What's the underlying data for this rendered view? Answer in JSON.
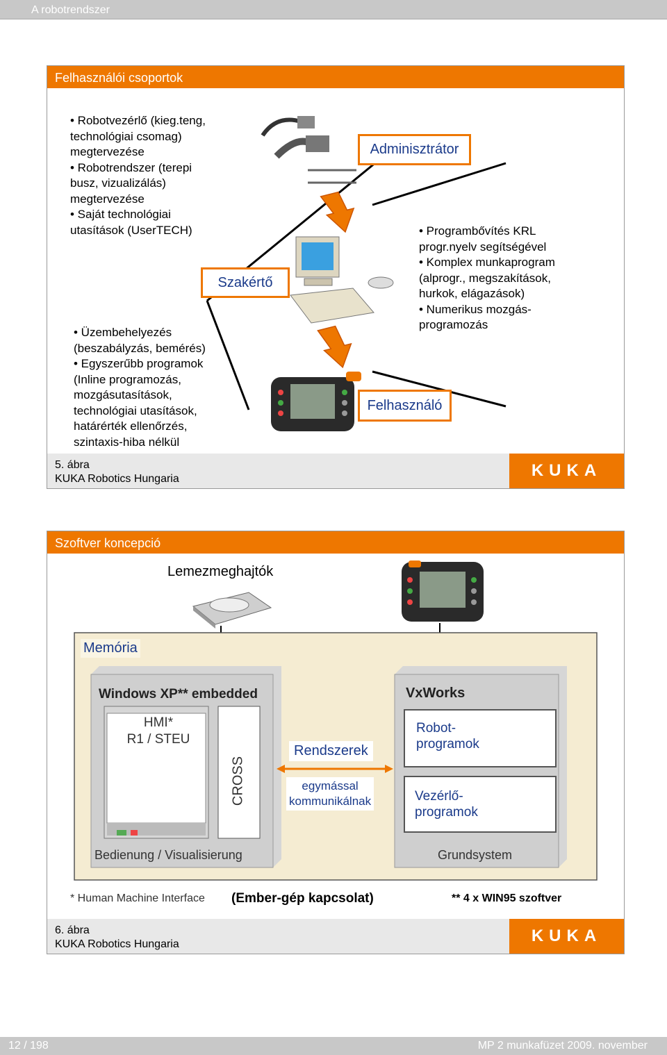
{
  "header": {
    "title": "A robotrendszer"
  },
  "slide1": {
    "title": "Felhasználói csoportok",
    "expert_bullets": [
      "• Robotvezérlő (kieg.teng,",
      "technológiai csomag)",
      "megtervezése",
      "• Robotrendszer (terepi",
      "busz, vizualizálás)",
      "megtervezése",
      "• Saját technológiai",
      "utasítások (UserTECH)"
    ],
    "user_bullets": [
      "• Üzembehelyezés",
      "(beszabályzás, bemérés)",
      "• Egyszerűbb programok",
      "(Inline programozás,",
      "mozgásutasítások,",
      "technológiai utasítások,",
      "határérték ellenőrzés,",
      "szintaxis-hiba nélkül"
    ],
    "admin_bullets": [
      "• Programbővítés KRL",
      "progr.nyelv segítségével",
      "• Komplex munkaprogram",
      "(alprogr., megszakítások,",
      "hurkok, elágazások)",
      "• Numerikus mozgás-",
      "programozás"
    ],
    "label_expert": "Szakértő",
    "label_admin": "Adminisztrátor",
    "label_user": "Felhasználó",
    "caption_num": "5. ábra",
    "caption_org": "KUKA Robotics Hungaria",
    "logo": "KUKA"
  },
  "slide2": {
    "title": "Szoftver koncepció",
    "drives_label": "Lemezmeghajtók",
    "memory_label": "Memória",
    "windows_label": "Windows XP** embedded",
    "vxworks_label": "VxWorks",
    "hmi_label_1": "HMI*",
    "hmi_label_2": "R1 / STEU",
    "cross_label": "CROSS",
    "systems_label": "Rendszerek",
    "comm_label_1": "egymással",
    "comm_label_2": "kommunikálnak",
    "robot_prog_1": "Robot-",
    "robot_prog_2": "programok",
    "ctrl_prog_1": "Vezérlő-",
    "ctrl_prog_2": "programok",
    "bedienung_label": "Bedienung / Visualisierung",
    "grundsystem_label": "Grundsystem",
    "hmi_note": "* Human Machine Interface",
    "hmi_note_hu": "(Ember-gép kapcsolat)",
    "win95_note": "** 4 x WIN95 szoftver",
    "caption_num": "6. ábra",
    "caption_org": "KUKA Robotics Hungaria",
    "logo": "KUKA"
  },
  "footer": {
    "page": "12 / 198",
    "doc": "MP 2 munkafüzet  2009. november"
  },
  "colors": {
    "accent": "#ee7700",
    "grey": "#c8c8c8",
    "text_blue": "#1a3a8a"
  }
}
